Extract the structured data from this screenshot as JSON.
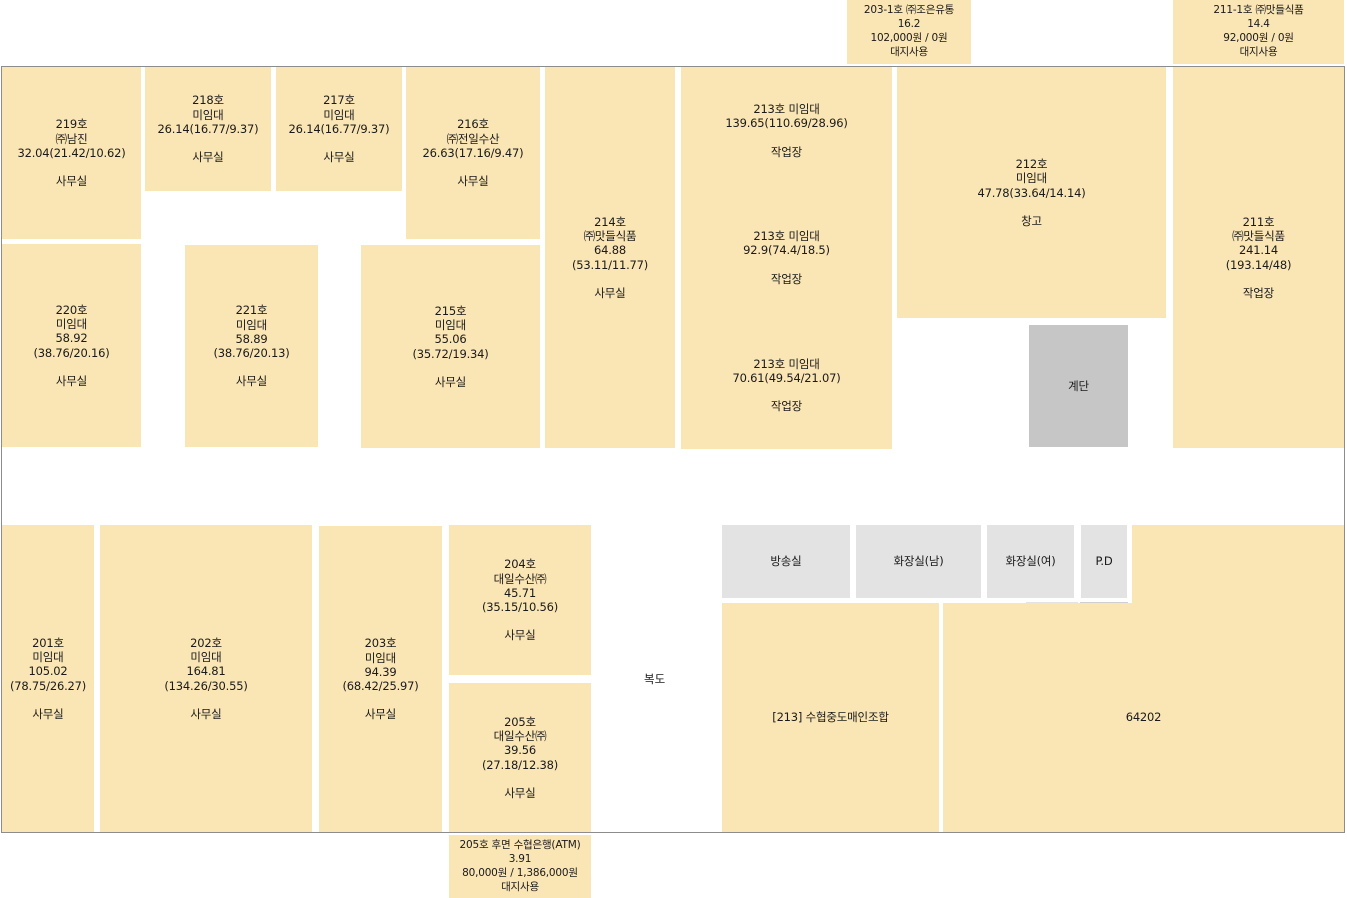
{
  "rooms": {
    "r219": [
      "219호",
      "㈜남진",
      "32.04(21.42/10.62)",
      "",
      "사무실"
    ],
    "r218": [
      "218호",
      "미임대",
      "26.14(16.77/9.37)",
      "",
      "사무실"
    ],
    "r217": [
      "217호",
      "미임대",
      "26.14(16.77/9.37)",
      "",
      "사무실"
    ],
    "r216": [
      "216호",
      "㈜전일수산",
      "26.63(17.16/9.47)",
      "",
      "사무실"
    ],
    "r214": [
      "214호",
      "㈜맛들식품",
      "64.88",
      "(53.11/11.77)",
      "",
      "사무실"
    ],
    "r213a": [
      "213호 미임대",
      "139.65(110.69/28.96)",
      "",
      "작업장"
    ],
    "r213b": [
      "213호 미임대",
      "92.9(74.4/18.5)",
      "",
      "작업장"
    ],
    "r213c": [
      "213호 미임대",
      "70.61(49.54/21.07)",
      "",
      "작업장"
    ],
    "r212": [
      "212호",
      "미임대",
      "47.78(33.64/14.14)",
      "",
      "창고"
    ],
    "r211": [
      "211호",
      "㈜맛들식품",
      "241.14",
      "(193.14/48)",
      "",
      "작업장"
    ],
    "r220": [
      "220호",
      "미임대",
      "58.92",
      "(38.76/20.16)",
      "",
      "사무실"
    ],
    "r221": [
      "221호",
      "미임대",
      "58.89",
      "(38.76/20.13)",
      "",
      "사무실"
    ],
    "r215": [
      "215호",
      "미임대",
      "55.06",
      "(35.72/19.34)",
      "",
      "사무실"
    ],
    "stairs": [
      "계단"
    ],
    "r201": [
      "201호",
      "미임대",
      "105.02",
      "(78.75/26.27)",
      "",
      "사무실"
    ],
    "r202": [
      "202호",
      "미임대",
      "164.81",
      "(134.26/30.55)",
      "",
      "사무실"
    ],
    "r203": [
      "203호",
      "미임대",
      "94.39",
      "(68.42/25.97)",
      "",
      "사무실"
    ],
    "r204": [
      "204호",
      "대일수산㈜",
      "45.71",
      "(35.15/10.56)",
      "",
      "사무실"
    ],
    "r205": [
      "205호",
      "대일수산㈜",
      "39.56",
      "(27.18/12.38)",
      "",
      "사무실"
    ],
    "broadcast": [
      "방송실"
    ],
    "toilet_m": [
      "화장실(남)"
    ],
    "toilet_f": [
      "화장실(여)"
    ],
    "pd1": [
      "P.D"
    ],
    "pd2": [
      "P.D"
    ],
    "suhyup": [
      "[213] 수협중도매인조합"
    ],
    "r64202": [
      "64202"
    ],
    "ext_2031": [
      "203-1호 ㈜조은유통",
      "16.2",
      "102,000원 / 0원",
      "대지사용"
    ],
    "ext_2111": [
      "211-1호 ㈜맛들식품",
      "14.4",
      "92,000원 / 0원",
      "대지사용"
    ],
    "ext_atm": [
      "205호 후면 수협은행(ATM)",
      "3.91",
      "80,000원 / 1,386,000원",
      "대지사용"
    ]
  },
  "corridor_label": "복도",
  "colors": {
    "room": "#fae5b5",
    "stair": "#c6c6c6",
    "utility": "#e3e3e3",
    "border": "#8c8c8c"
  }
}
